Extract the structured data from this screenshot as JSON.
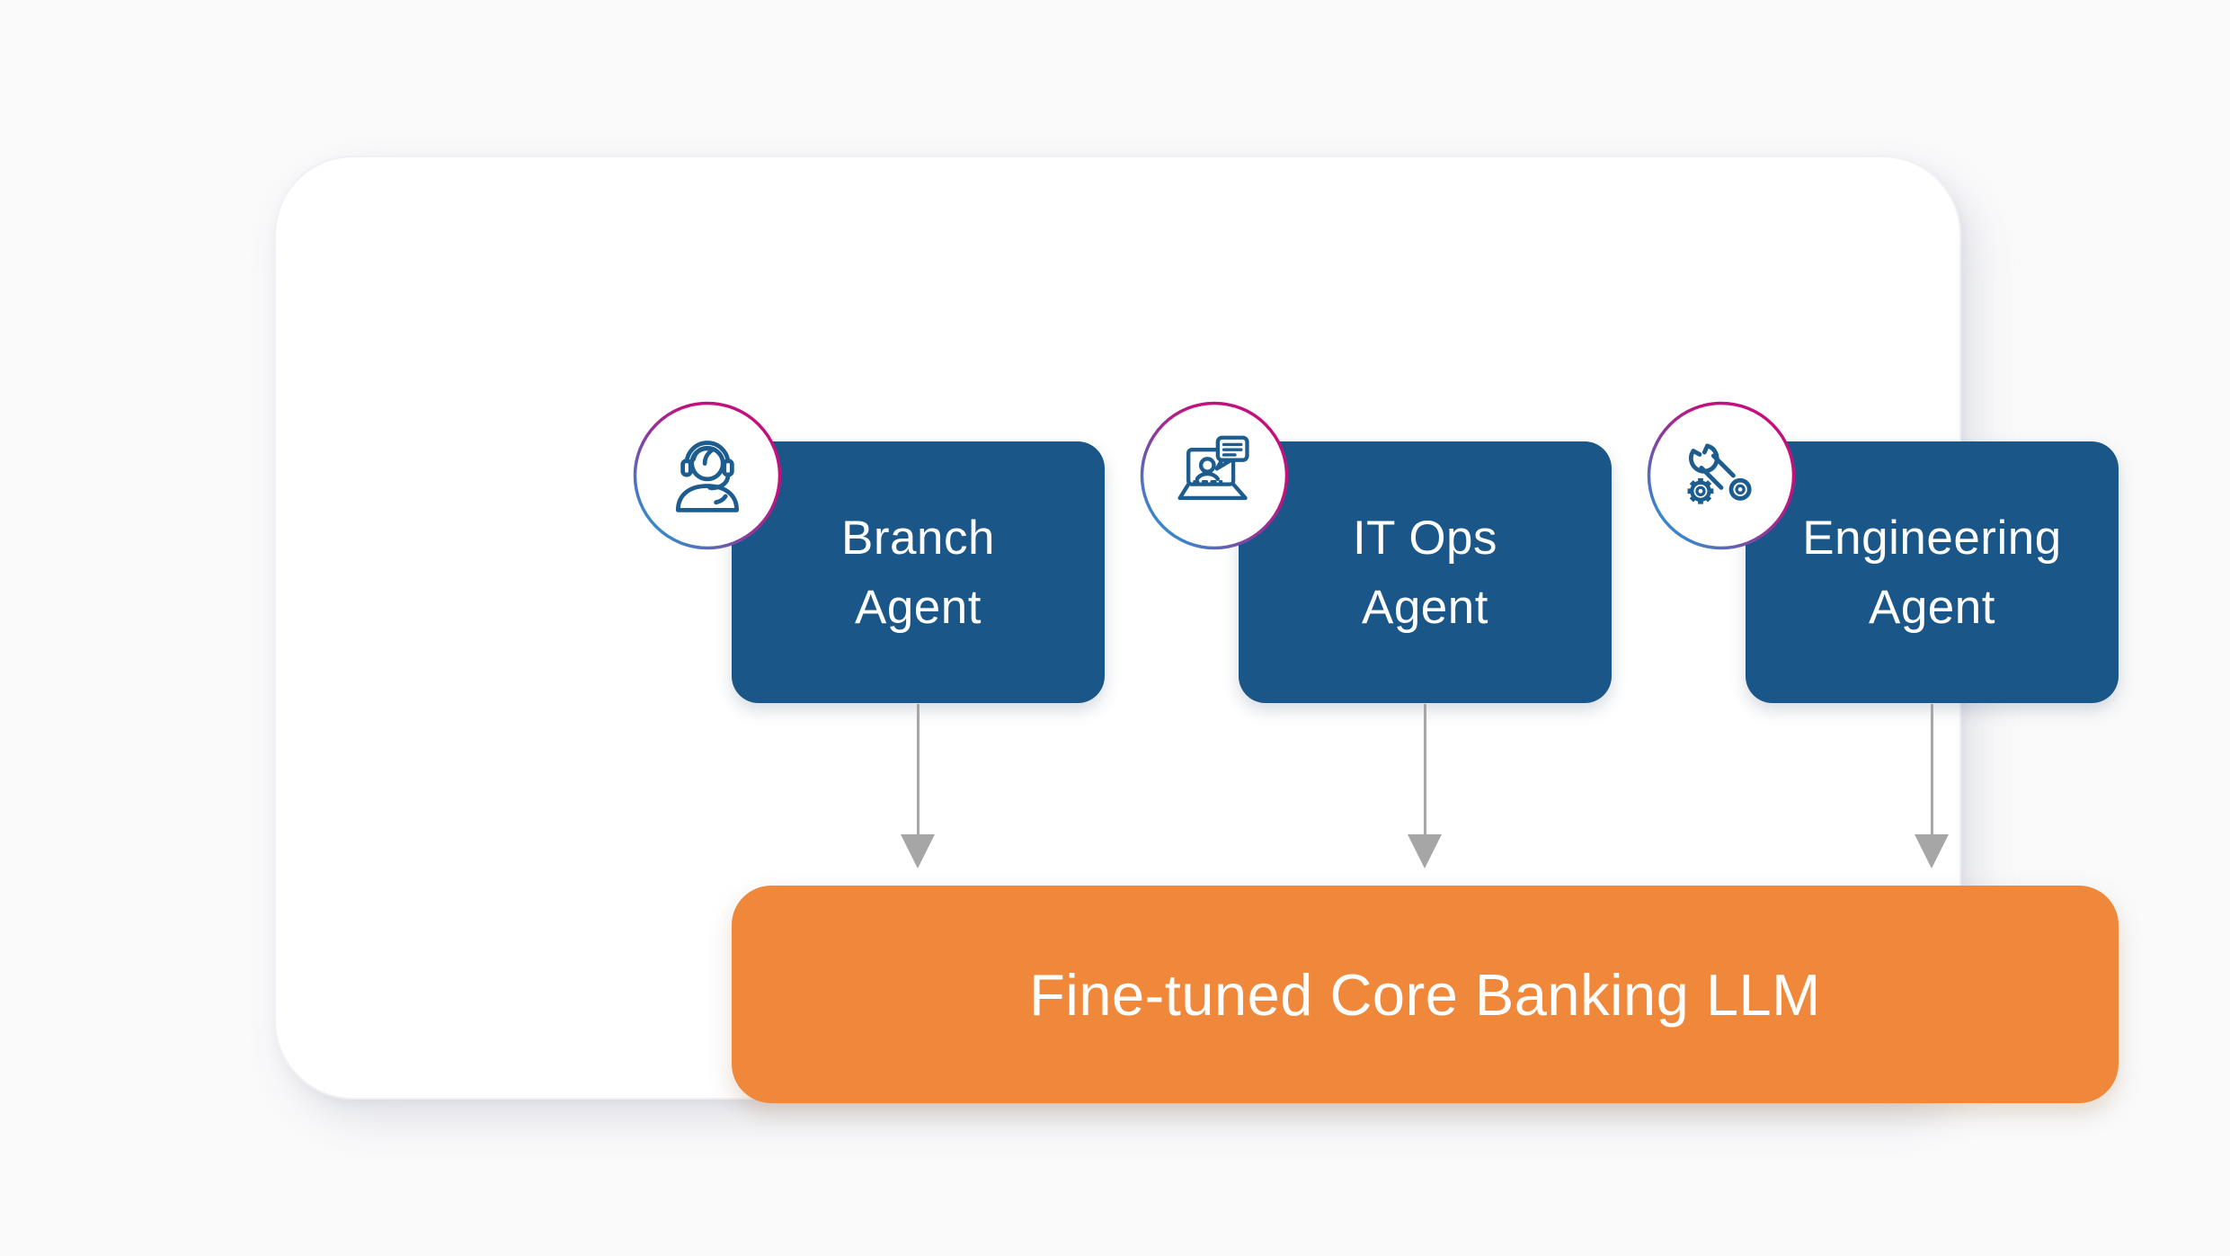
{
  "agents": [
    {
      "name": "branch-agent",
      "lines": [
        "Branch",
        "Agent"
      ],
      "icon": "support-agent-headset-icon"
    },
    {
      "name": "it-ops-agent",
      "lines": [
        "IT Ops",
        "Agent"
      ],
      "icon": "laptop-video-chat-icon"
    },
    {
      "name": "engineering-agent",
      "lines": [
        "Engineering",
        "Agent"
      ],
      "icon": "wrench-gear-icon"
    }
  ],
  "llm": {
    "label": "Fine-tuned Core Banking LLM"
  },
  "colors": {
    "agent_box_blue": "#1A5687",
    "llm_box_orange": "#F0883B",
    "icon_stroke_blue": "#1D5C8F",
    "arrow_gray": "#A6A6A6",
    "badge_ring_gradient": [
      "#C2107E",
      "#8A3D9E",
      "#2F9BD8"
    ],
    "text_white": "#FFFFFF",
    "card_background": "#FFFFFF",
    "page_background": "#FAFAFB"
  }
}
